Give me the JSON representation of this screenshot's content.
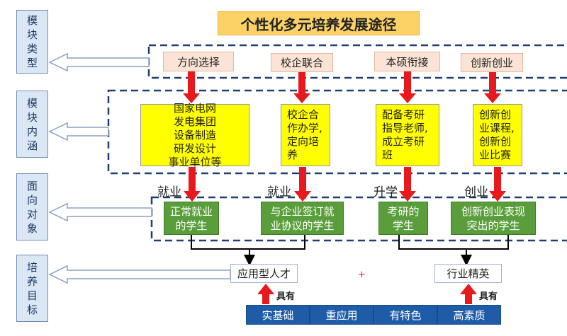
{
  "title": "个性化多元培养发展途径",
  "side_labels": [
    "模块类型",
    "模块内涵",
    "面向对象",
    "培养目标"
  ],
  "module_types": [
    "方向选择",
    "校企联合",
    "本硕衔接",
    "创新创业"
  ],
  "contents": [
    "国家电网\n发电集团\n设备制造\n研发设计\n事业单位等",
    "校企合\n作办学,\n定向培\n养",
    "配备考研\n指导老师,\n成立考研\n班",
    "创新创\n业课程,\n创新创\n业比赛"
  ],
  "path_labels": [
    "就业",
    "就业",
    "升学",
    "创业"
  ],
  "targets": [
    "正常就业\n的学生",
    "与企业签订就\n业协议的学生",
    "考研的\n学生",
    "创新创业表现\n突出的学生"
  ],
  "goals": [
    "应用型人才",
    "行业精英"
  ],
  "have_label": "具有",
  "plus": "+",
  "qualities": [
    "实基础",
    "重应用",
    "有特色",
    "高素质"
  ],
  "colors": {
    "arrow_red": "#e8191c",
    "title_bg": "#fcd267",
    "content_bg": "#ffff00",
    "target_bg": "#5a9e3b",
    "quality_bg": "#1f5ca8",
    "side_bg": "#dbe7f5"
  }
}
